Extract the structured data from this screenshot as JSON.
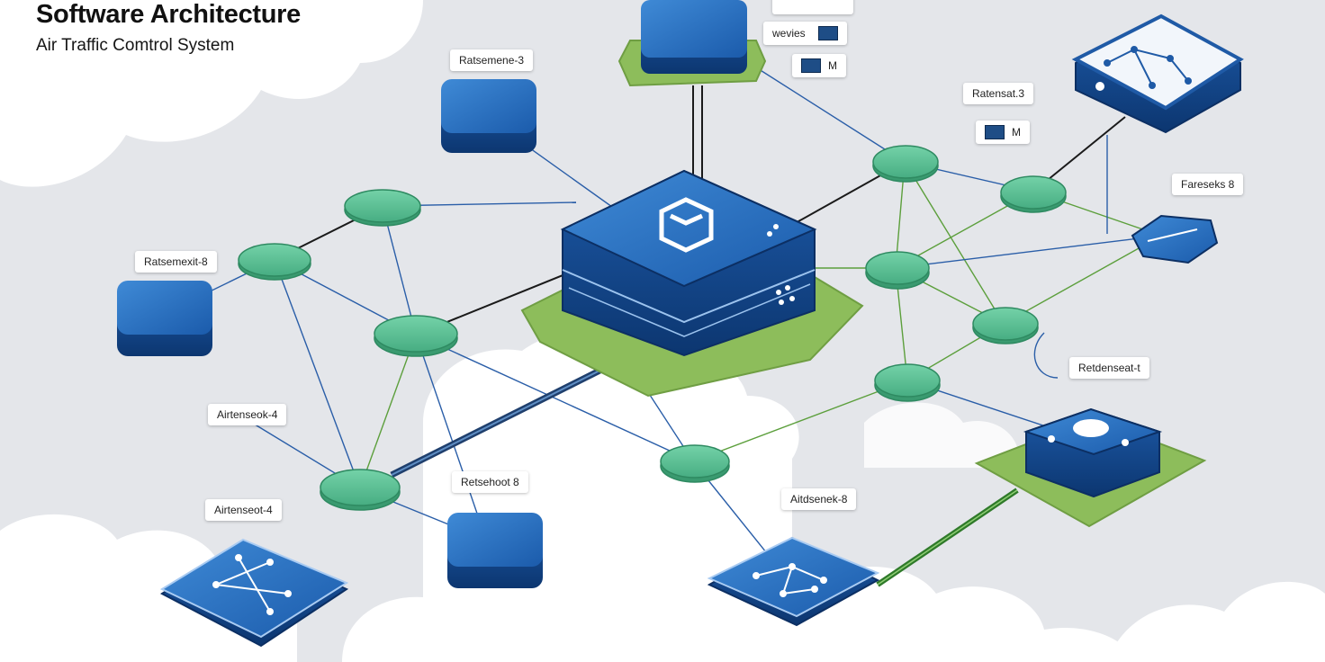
{
  "header": {
    "title": "Software Architecture",
    "subtitle": "Air Traffic Comtrol System"
  },
  "labels": {
    "top_left_server": "Ratsemene-3",
    "right_top": "Ratensat.3",
    "right_device": "Fareseks 8",
    "left_server": "Ratsemexit-8",
    "mid_left": "Airtenseok-4",
    "bottom_left": "Airtenseot-4",
    "bottom_center": "Retsehoot 8",
    "bottom_mid": "Aitdsenek-8",
    "right_mid": "Retdenseat-t",
    "legend_a": "wevies",
    "legend_b": "M",
    "legend_c": "M"
  },
  "colors": {
    "server_blue": "#2369b8",
    "server_dark": "#0f3f80",
    "node_green": "#5cc195",
    "platform_green": "#8dbd5b",
    "link_blue": "#2a5ea8",
    "link_green": "#5c9f3c",
    "cloud": "#ffffff"
  },
  "icons": [
    "server-stack-icon",
    "network-graph-icon",
    "cloud-icon",
    "cube-logo-icon"
  ]
}
